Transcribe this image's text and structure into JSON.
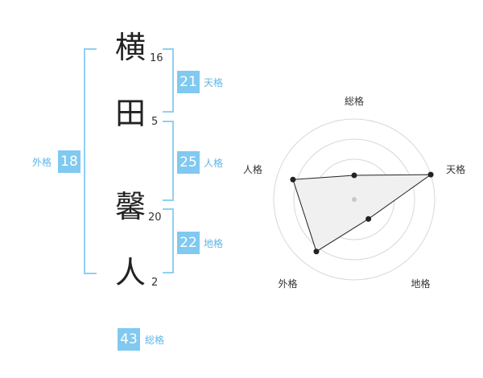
{
  "name": {
    "chars": [
      {
        "char": "横",
        "strokes": "16"
      },
      {
        "char": "田",
        "strokes": "5"
      },
      {
        "char": "馨",
        "strokes": "20"
      },
      {
        "char": "人",
        "strokes": "2"
      }
    ]
  },
  "kaku": {
    "tenkaku": {
      "value": "21",
      "label": "天格"
    },
    "jinkaku": {
      "value": "25",
      "label": "人格"
    },
    "chikaku": {
      "value": "22",
      "label": "地格"
    },
    "gaikaku": {
      "value": "18",
      "label": "外格"
    },
    "soukaku": {
      "value": "43",
      "label": "総格"
    }
  },
  "chart_data": {
    "type": "radar",
    "axes": [
      "総格",
      "天格",
      "地格",
      "外格",
      "人格"
    ],
    "values": [
      0.3,
      1.0,
      0.3,
      0.8,
      0.8
    ],
    "rings": 4,
    "colors": {
      "fill": "#f0f0f0",
      "line": "#222222",
      "ring": "#d8d8d8"
    }
  }
}
